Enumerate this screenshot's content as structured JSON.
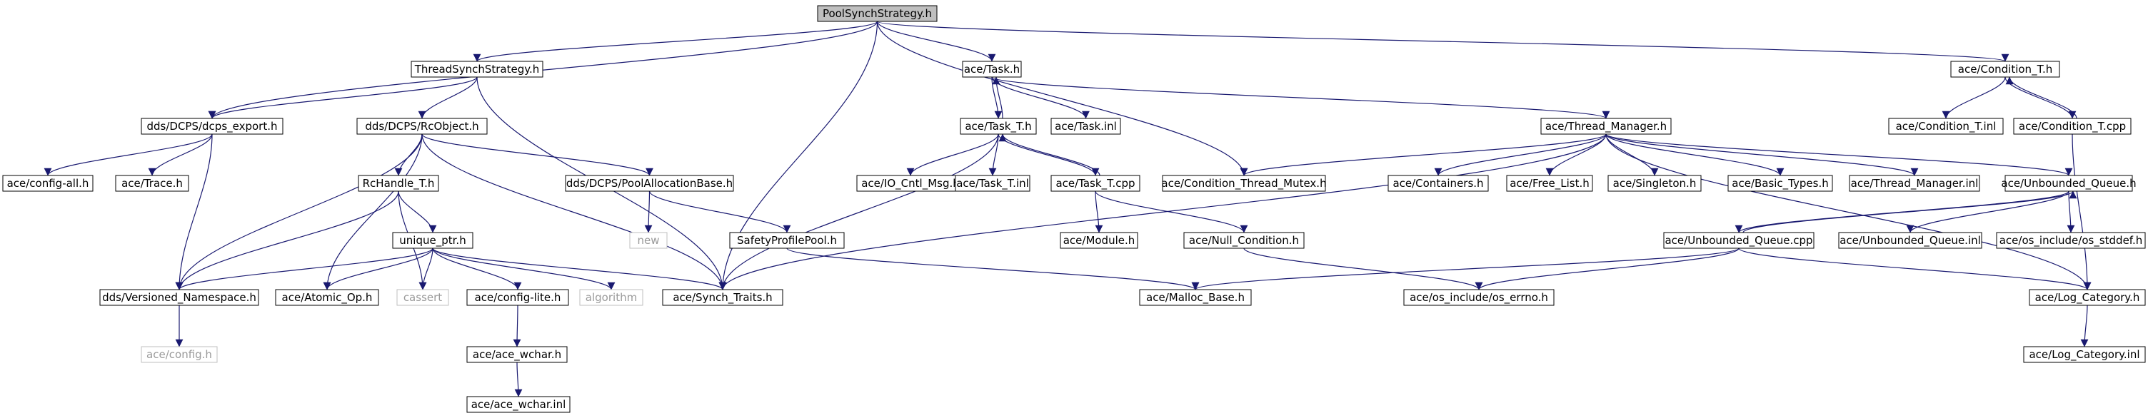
{
  "graph": {
    "root": "PoolSynchStrategy.h",
    "colors": {
      "edge": "#191970",
      "root_fill": "#bfbfbf",
      "node_border": "#000000",
      "missing_border": "#bfbfbf",
      "missing_text": "#9a9a9a"
    },
    "nodes": [
      {
        "id": "n_root",
        "label": "PoolSynchStrategy.h",
        "kind": "root"
      },
      {
        "id": "n_tss",
        "label": "ThreadSynchStrategy.h",
        "kind": "file"
      },
      {
        "id": "n_anet_task",
        "label": "ace/Task.h",
        "kind": "file"
      },
      {
        "id": "n_cond_t",
        "label": "ace/Condition_T.h",
        "kind": "file"
      },
      {
        "id": "n_dcps_export",
        "label": "dds/DCPS/dcps_export.h",
        "kind": "file"
      },
      {
        "id": "n_rcobject",
        "label": "dds/DCPS/RcObject.h",
        "kind": "file"
      },
      {
        "id": "n_task_t",
        "label": "ace/Task_T.h",
        "kind": "file"
      },
      {
        "id": "n_task_inl",
        "label": "ace/Task.inl",
        "kind": "file"
      },
      {
        "id": "n_thread_mgr",
        "label": "ace/Thread_Manager.h",
        "kind": "file"
      },
      {
        "id": "n_cond_t_inl",
        "label": "ace/Condition_T.inl",
        "kind": "file"
      },
      {
        "id": "n_cond_t_cpp",
        "label": "ace/Condition_T.cpp",
        "kind": "file"
      },
      {
        "id": "n_config_all",
        "label": "ace/config-all.h",
        "kind": "file"
      },
      {
        "id": "n_trace",
        "label": "ace/Trace.h",
        "kind": "file"
      },
      {
        "id": "n_rchandle",
        "label": "RcHandle_T.h",
        "kind": "file"
      },
      {
        "id": "n_pool_alloc",
        "label": "dds/DCPS/PoolAllocationBase.h",
        "kind": "file"
      },
      {
        "id": "n_io_cntl",
        "label": "ace/IO_Cntl_Msg.h",
        "kind": "file"
      },
      {
        "id": "n_task_t_inl",
        "label": "ace/Task_T.inl",
        "kind": "file"
      },
      {
        "id": "n_task_t_cpp",
        "label": "ace/Task_T.cpp",
        "kind": "file"
      },
      {
        "id": "n_ctm",
        "label": "ace/Condition_Thread_Mutex.h",
        "kind": "file"
      },
      {
        "id": "n_containers",
        "label": "ace/Containers.h",
        "kind": "file"
      },
      {
        "id": "n_free_list",
        "label": "ace/Free_List.h",
        "kind": "file"
      },
      {
        "id": "n_singleton",
        "label": "ace/Singleton.h",
        "kind": "file"
      },
      {
        "id": "n_basic_types",
        "label": "ace/Basic_Types.h",
        "kind": "file"
      },
      {
        "id": "n_tm_inl",
        "label": "ace/Thread_Manager.inl",
        "kind": "file"
      },
      {
        "id": "n_unb_q",
        "label": "ace/Unbounded_Queue.h",
        "kind": "file"
      },
      {
        "id": "n_new",
        "label": "new",
        "kind": "missing"
      },
      {
        "id": "n_unique_ptr",
        "label": "unique_ptr.h",
        "kind": "file"
      },
      {
        "id": "n_safety",
        "label": "SafetyProfilePool.h",
        "kind": "file"
      },
      {
        "id": "n_module",
        "label": "ace/Module.h",
        "kind": "file"
      },
      {
        "id": "n_null_cond",
        "label": "ace/Null_Condition.h",
        "kind": "file"
      },
      {
        "id": "n_unb_q_cpp",
        "label": "ace/Unbounded_Queue.cpp",
        "kind": "file"
      },
      {
        "id": "n_unb_q_inl",
        "label": "ace/Unbounded_Queue.inl",
        "kind": "file"
      },
      {
        "id": "n_os_stddef",
        "label": "ace/os_include/os_stddef.h",
        "kind": "file"
      },
      {
        "id": "n_versioned_ns",
        "label": "dds/Versioned_Namespace.h",
        "kind": "file"
      },
      {
        "id": "n_atomic_op",
        "label": "ace/Atomic_Op.h",
        "kind": "file"
      },
      {
        "id": "n_cassert",
        "label": "cassert",
        "kind": "missing"
      },
      {
        "id": "n_config_lite",
        "label": "ace/config-lite.h",
        "kind": "file"
      },
      {
        "id": "n_algorithm",
        "label": "algorithm",
        "kind": "missing"
      },
      {
        "id": "n_synch_traits",
        "label": "ace/Synch_Traits.h",
        "kind": "file"
      },
      {
        "id": "n_malloc_base",
        "label": "ace/Malloc_Base.h",
        "kind": "file"
      },
      {
        "id": "n_os_errno",
        "label": "ace/os_include/os_errno.h",
        "kind": "file"
      },
      {
        "id": "n_log_cat",
        "label": "ace/Log_Category.h",
        "kind": "file"
      },
      {
        "id": "n_config_h",
        "label": "ace/config.h",
        "kind": "missing"
      },
      {
        "id": "n_ace_wchar",
        "label": "ace/ace_wchar.h",
        "kind": "file"
      },
      {
        "id": "n_log_cat_inl",
        "label": "ace/Log_Category.inl",
        "kind": "file"
      },
      {
        "id": "n_ace_wchar_inl",
        "label": "ace/ace_wchar.inl",
        "kind": "file"
      }
    ],
    "edges": [
      [
        "n_root",
        "n_tss"
      ],
      [
        "n_root",
        "n_anet_task"
      ],
      [
        "n_root",
        "n_cond_t"
      ],
      [
        "n_root",
        "n_dcps_export"
      ],
      [
        "n_root",
        "n_synch_traits"
      ],
      [
        "n_root",
        "n_ctm"
      ],
      [
        "n_tss",
        "n_dcps_export"
      ],
      [
        "n_tss",
        "n_rcobject"
      ],
      [
        "n_tss",
        "n_synch_traits"
      ],
      [
        "n_anet_task",
        "n_task_t"
      ],
      [
        "n_anet_task",
        "n_task_inl"
      ],
      [
        "n_anet_task",
        "n_thread_mgr"
      ],
      [
        "n_task_t",
        "n_anet_task"
      ],
      [
        "n_cond_t",
        "n_cond_t_inl"
      ],
      [
        "n_cond_t",
        "n_cond_t_cpp"
      ],
      [
        "n_cond_t_cpp",
        "n_cond_t"
      ],
      [
        "n_cond_t_cpp",
        "n_log_cat"
      ],
      [
        "n_dcps_export",
        "n_config_all"
      ],
      [
        "n_dcps_export",
        "n_trace"
      ],
      [
        "n_dcps_export",
        "n_versioned_ns"
      ],
      [
        "n_rcobject",
        "n_rchandle"
      ],
      [
        "n_rcobject",
        "n_pool_alloc"
      ],
      [
        "n_rcobject",
        "n_versioned_ns"
      ],
      [
        "n_rcobject",
        "n_atomic_op"
      ],
      [
        "n_rcobject",
        "n_synch_traits"
      ],
      [
        "n_task_t",
        "n_io_cntl"
      ],
      [
        "n_task_t",
        "n_task_t_inl"
      ],
      [
        "n_task_t",
        "n_task_t_cpp"
      ],
      [
        "n_task_t",
        "n_synch_traits"
      ],
      [
        "n_task_t_cpp",
        "n_task_t"
      ],
      [
        "n_task_t_cpp",
        "n_module"
      ],
      [
        "n_task_t_cpp",
        "n_null_cond"
      ],
      [
        "n_thread_mgr",
        "n_ctm"
      ],
      [
        "n_thread_mgr",
        "n_containers"
      ],
      [
        "n_thread_mgr",
        "n_free_list"
      ],
      [
        "n_thread_mgr",
        "n_singleton"
      ],
      [
        "n_thread_mgr",
        "n_basic_types"
      ],
      [
        "n_thread_mgr",
        "n_tm_inl"
      ],
      [
        "n_thread_mgr",
        "n_unb_q"
      ],
      [
        "n_thread_mgr",
        "n_log_cat"
      ],
      [
        "n_thread_mgr",
        "n_synch_traits"
      ],
      [
        "n_rchandle",
        "n_unique_ptr"
      ],
      [
        "n_rchandle",
        "n_versioned_ns"
      ],
      [
        "n_rchandle",
        "n_cassert"
      ],
      [
        "n_pool_alloc",
        "n_new"
      ],
      [
        "n_pool_alloc",
        "n_safety"
      ],
      [
        "n_unique_ptr",
        "n_versioned_ns"
      ],
      [
        "n_unique_ptr",
        "n_atomic_op"
      ],
      [
        "n_unique_ptr",
        "n_cassert"
      ],
      [
        "n_unique_ptr",
        "n_config_lite"
      ],
      [
        "n_unique_ptr",
        "n_algorithm"
      ],
      [
        "n_unique_ptr",
        "n_synch_traits"
      ],
      [
        "n_safety",
        "n_malloc_base"
      ],
      [
        "n_null_cond",
        "n_os_errno"
      ],
      [
        "n_unb_q",
        "n_unb_q_cpp"
      ],
      [
        "n_unb_q_cpp",
        "n_unb_q"
      ],
      [
        "n_unb_q",
        "n_unb_q_inl"
      ],
      [
        "n_unb_q",
        "n_os_stddef"
      ],
      [
        "n_unb_q_cpp",
        "n_malloc_base"
      ],
      [
        "n_unb_q_cpp",
        "n_os_errno"
      ],
      [
        "n_unb_q_cpp",
        "n_log_cat"
      ],
      [
        "n_versioned_ns",
        "n_config_h"
      ],
      [
        "n_config_lite",
        "n_ace_wchar"
      ],
      [
        "n_ace_wchar",
        "n_ace_wchar_inl"
      ],
      [
        "n_log_cat",
        "n_log_cat_inl"
      ]
    ]
  }
}
